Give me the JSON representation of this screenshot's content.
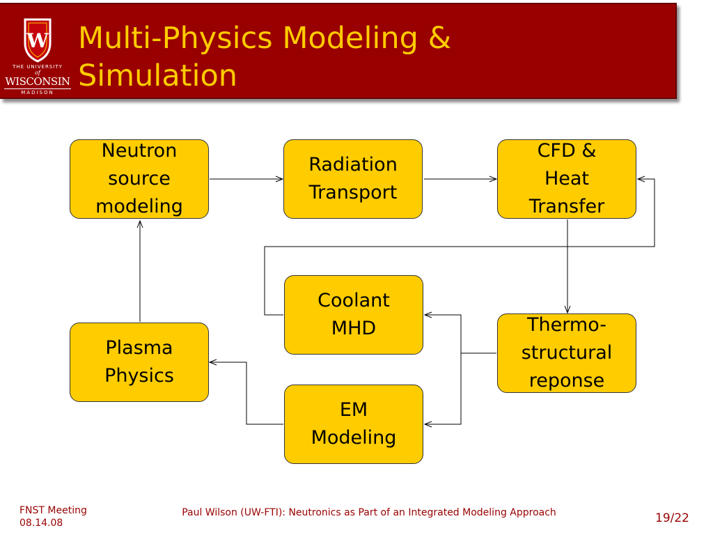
{
  "header": {
    "title": "Multi-Physics Modeling &\nSimulation",
    "logo": {
      "top_line": "THE UNIVERSITY",
      "of_line": "of",
      "name": "WISCONSIN",
      "bottom_line": "MADISON",
      "crest_letter": "W"
    }
  },
  "diagram": {
    "nodes": {
      "neutron": "Neutron\nsource\nmodeling",
      "radiation": "Radiation\nTransport",
      "cfd": "CFD &\nHeat\nTransfer",
      "coolant": "Coolant\nMHD",
      "thermo": "Thermo-\nstructural\nreponse",
      "plasma": "Plasma\nPhysics",
      "em": "EM\nModeling"
    }
  },
  "footer": {
    "event": "FNST Meeting\n08.14.08",
    "presenter": "Paul Wilson (UW-FTI): Neutronics as Part of an Integrated Modeling Approach",
    "page": "19/22"
  },
  "colors": {
    "header_bg": "#990000",
    "title": "#ffcc00",
    "node_fill": "#ffcc00",
    "footer_text": "#990000"
  }
}
